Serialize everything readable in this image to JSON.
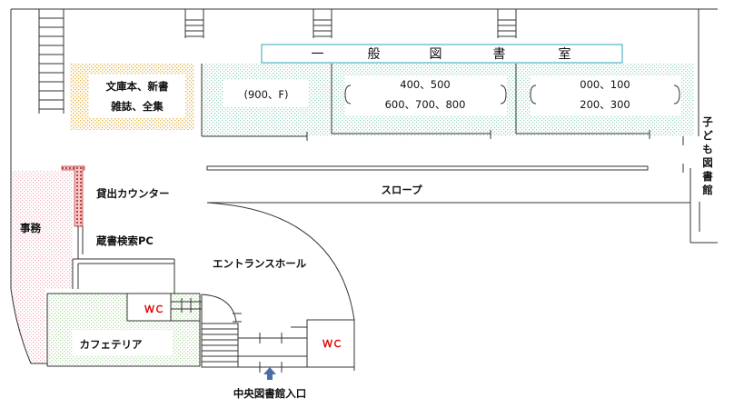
{
  "colors": {
    "wc_text": "#e00000",
    "arrow": "#4a6fa5",
    "counter": "#c04040",
    "title_border": "#4fb3c8"
  },
  "rooms": {
    "general_library": {
      "title_chars": [
        "一",
        "般",
        "図",
        "書",
        "室"
      ]
    },
    "bunko": {
      "line1": "文庫本、新書",
      "line2": "雑誌、全集"
    },
    "shelf_900": "(900、F)",
    "shelf_400": {
      "line1": "400、500",
      "line2": "600、700、800"
    },
    "shelf_000": {
      "line1": "000、100",
      "line2": "200、300"
    },
    "children_library_chars": [
      "子",
      "ど",
      "も",
      "図",
      "書",
      "館"
    ],
    "slope": "スロープ",
    "loan_counter": "貸出カウンター",
    "office": "事務",
    "catalog_pc": "蔵書検索PC",
    "entrance_hall": "エントランスホール",
    "wc": "ＷＣ",
    "cafeteria": "カフェテリア",
    "main_entrance": "中央図書館入口"
  }
}
